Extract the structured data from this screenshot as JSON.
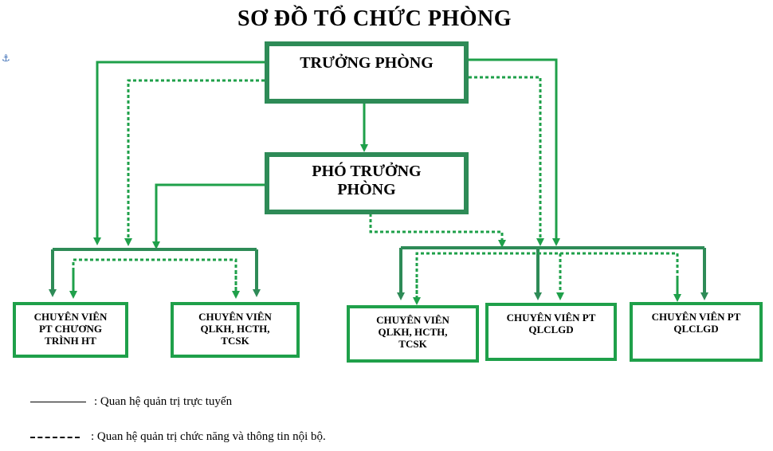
{
  "title": "SƠ ĐỒ TỔ CHỨC PHÒNG",
  "anchor_icon": "anchor-icon",
  "colors": {
    "solid": "#2e8b57",
    "bright": "#1fa04a",
    "dotted": "#1fa04a"
  },
  "nodes": {
    "head": "TRƯỞNG PHÒNG",
    "deputy": "PHÓ TRƯỞNG\nPHÒNG",
    "staff1": "CHUYÊN VIÊN\nPT CHƯƠNG\nTRÌNH HT",
    "staff2": "CHUYÊN VIÊN\nQLKH, HCTH,\nTCSK",
    "staff3": "CHUYÊN VIÊN\nQLKH, HCTH,\nTCSK",
    "staff4": "CHUYÊN VIÊN PT\nQLCLGD",
    "staff5": "CHUYÊN VIÊN PT\nQLCLGD"
  },
  "legend": {
    "solid": ": Quan hệ quản trị trực tuyến",
    "dotted": ": Quan hệ quản trị chức năng và thông tin nội bộ."
  }
}
